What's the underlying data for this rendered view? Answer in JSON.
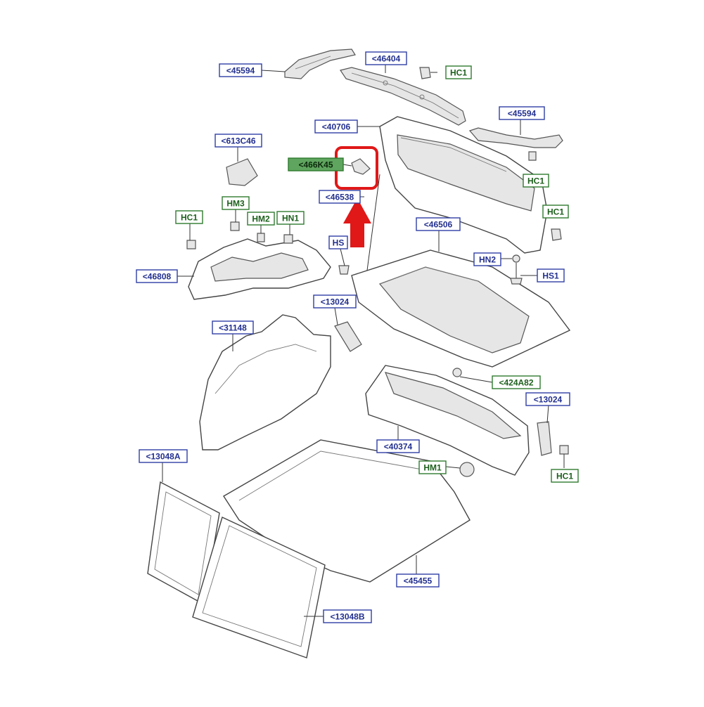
{
  "diagram": {
    "highlight_color": "#e01818",
    "labels": {
      "l45594a": "<45594",
      "l46404": "<46404",
      "lHC1a": "HC1",
      "l45594b": "<45594",
      "l40706": "<40706",
      "l613C46": "<613C46",
      "l466K45": "<466K45",
      "l46538": "<46538",
      "lHC1b": "HC1",
      "lHC1c": "HC1",
      "lHM3": "HM3",
      "lHC1d": "HC1",
      "lHM2": "HM2",
      "lHN1": "HN1",
      "lHS": "HS",
      "l46506": "<46506",
      "lHN2": "HN2",
      "lHS1": "HS1",
      "l46808": "<46808",
      "l13024a": "<13024",
      "l31148": "<31148",
      "l424A82": "<424A82",
      "l13024b": "<13024",
      "l40374": "<40374",
      "lHM1": "HM1",
      "lHC1e": "HC1",
      "l13048A": "<13048A",
      "l45455": "<45455",
      "l13048B": "<13048B"
    }
  }
}
